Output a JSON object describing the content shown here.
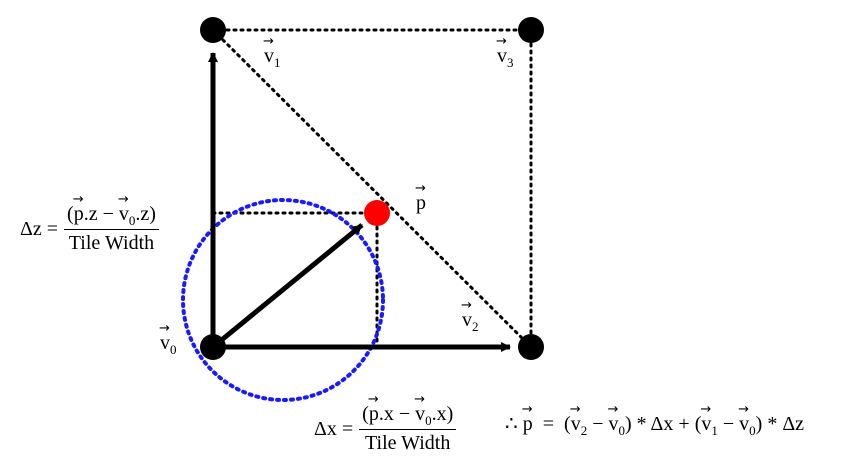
{
  "vertex_labels": {
    "v0": {
      "letter": "v",
      "sub": "0"
    },
    "v1": {
      "letter": "v",
      "sub": "1"
    },
    "v2": {
      "letter": "v",
      "sub": "2"
    },
    "v3": {
      "letter": "v",
      "sub": "3"
    },
    "p": {
      "letter": "p"
    }
  },
  "delta_z": {
    "lhs": "Δz =",
    "num_open": "(",
    "num_p": "p",
    "num_mid": ".z − ",
    "num_v": "v",
    "num_v_sub": "0",
    "num_close": ".z)",
    "den": "Tile Width"
  },
  "delta_x": {
    "lhs": "Δx =",
    "num_open": "(",
    "num_p": "p",
    "num_mid": ".x − ",
    "num_v": "v",
    "num_v_sub": "0",
    "num_close": ".x)",
    "den": "Tile Width"
  },
  "result": {
    "therefore": "∴",
    "p": "p",
    "eq": "=",
    "t1_open": "(",
    "t1_a": "v",
    "t1_a_sub": "2",
    "t1_minus": " − ",
    "t1_b": "v",
    "t1_b_sub": "0",
    "t1_close": ")",
    "t1_tail": " * Δx + ",
    "t2_open": "(",
    "t2_a": "v",
    "t2_a_sub": "1",
    "t2_minus": " − ",
    "t2_b": "v",
    "t2_b_sub": "0",
    "t2_close": ")",
    "t2_tail": " * Δz"
  },
  "colors": {
    "vertex": "#000000",
    "point_p": "#ff0000",
    "circle": "#1a1aff",
    "lines": "#000000"
  }
}
